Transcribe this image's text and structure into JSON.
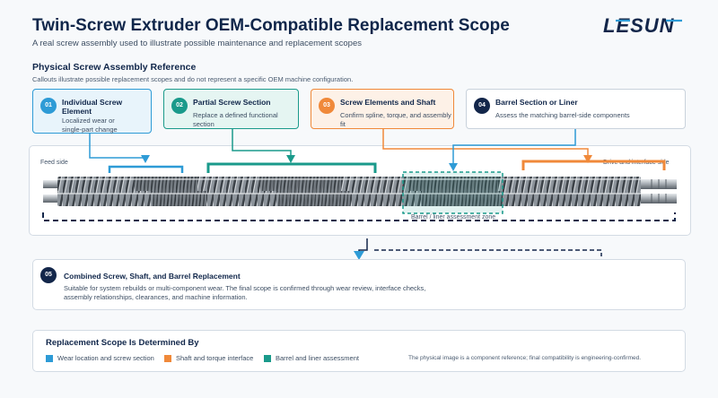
{
  "header": {
    "title": "Twin-Screw Extruder OEM-Compatible Replacement Scope",
    "subtitle": "A real screw assembly used to illustrate possible maintenance and replacement scopes",
    "logo_text": "LESUN"
  },
  "reference": {
    "heading": "Physical Screw Assembly Reference",
    "note": "Callouts illustrate possible replacement scopes and do not represent a specific OEM machine configuration."
  },
  "callouts": [
    {
      "number": "01",
      "title_line1": "Individual Screw",
      "title_line2": "Element",
      "desc_line1": "Localized wear or",
      "desc_line2": "single-part change"
    },
    {
      "number": "02",
      "title_line1": "Partial Screw Section",
      "desc_line1": "Replace a defined functional section"
    },
    {
      "number": "03",
      "title_line1": "Screw Elements and Shaft",
      "desc_line1": "Confirm spline, torque, and assembly fit"
    },
    {
      "number": "04",
      "title_line1": "Barrel Section or Liner",
      "desc_line1": "Assess the matching barrel-side components"
    }
  ],
  "diagram": {
    "feed_label": "Feed side",
    "drive_label": "Drive and interface side",
    "barrel_zone_label": "Barrel / liner assessment zone"
  },
  "combined": {
    "number": "05",
    "title": "Combined Screw, Shaft, and Barrel Replacement",
    "desc_line1": "Suitable for system rebuilds or multi-component wear. The final scope is confirmed through wear review, interface checks,",
    "desc_line2": "assembly relationships, clearances, and machine information."
  },
  "scope": {
    "heading": "Replacement Scope Is Determined By",
    "legend": [
      {
        "label": "Wear location and screw section",
        "color": "#2e9bd6"
      },
      {
        "label": "Shaft and torque interface",
        "color": "#f0893a"
      },
      {
        "label": "Barrel and liner assessment",
        "color": "#1a9a8b"
      }
    ],
    "note": "The physical image is a component reference; final compatibility is engineering-confirmed."
  },
  "colors": {
    "blue": "#2e9bd6",
    "teal": "#1a9a8b",
    "orange": "#f0893a",
    "navy": "#13264a"
  }
}
